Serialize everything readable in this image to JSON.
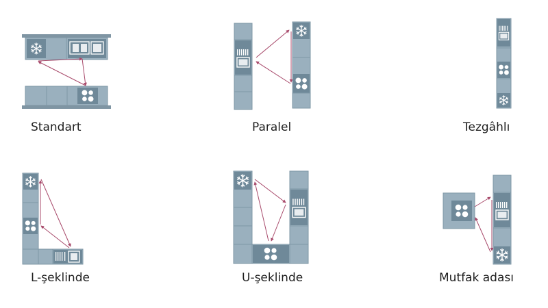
{
  "colors": {
    "cabinet": "#9ab0be",
    "cabinet_edge": "#7f97a6",
    "appliance": "#6f8999",
    "counter_top": "#7f95a3",
    "symbol": "#ffffff",
    "triangle": "#a84a6b"
  },
  "icons": [
    "snowflake-icon",
    "sink-icon",
    "stove-icon"
  ],
  "layouts": [
    {
      "id": "standart",
      "label": "Standart"
    },
    {
      "id": "paralel",
      "label": "Paralel"
    },
    {
      "id": "tezgahli",
      "label": "Tezgâhlı"
    },
    {
      "id": "l-seklinde",
      "label": "L-şeklinde"
    },
    {
      "id": "u-seklinde",
      "label": "U-şeklinde"
    },
    {
      "id": "mutfak-adasi",
      "label": "Mutfak adası"
    }
  ]
}
